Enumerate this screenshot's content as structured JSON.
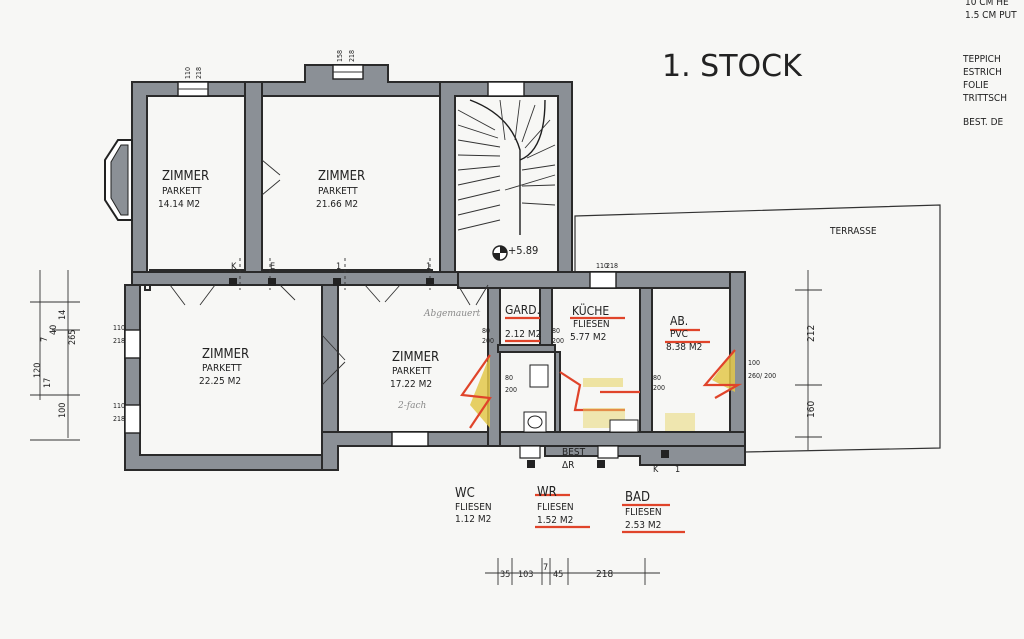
{
  "title": "1. STOCK",
  "notes": [
    "10 CM HE",
    "1.5 CM PUT",
    "TEPPICH",
    "ESTRICH",
    "FOLIE",
    "TRITTSCH",
    "BEST. DE"
  ],
  "terrace_label": "TERRASSE",
  "elevation": "+5.89",
  "rooms": [
    {
      "name": "ZIMMER",
      "floor": "PARKETT",
      "area": "14.14 M2"
    },
    {
      "name": "ZIMMER",
      "floor": "PARKETT",
      "area": "21.66 M2"
    },
    {
      "name": "ZIMMER",
      "floor": "PARKETT",
      "area": "22.25 M2"
    },
    {
      "name": "ZIMMER",
      "floor": "PARKETT",
      "area": "17.22 M2"
    },
    {
      "name": "GARD.",
      "floor": "",
      "area": "2.12 M2"
    },
    {
      "name": "KÜCHE",
      "floor": "FLIESEN",
      "area": "5.77 M2"
    },
    {
      "name": "AB.",
      "floor": "PVC",
      "area": "8.38 M2"
    },
    {
      "name": "WC",
      "floor": "FLIESEN",
      "area": "1.12 M2"
    },
    {
      "name": "WR",
      "floor": "FLIESEN",
      "area": "1.52 M2"
    },
    {
      "name": "BAD",
      "floor": "FLIESEN",
      "area": "2.53 M2"
    }
  ],
  "small_labels": {
    "best": "BEST",
    "ar": "ΔR",
    "k": "K",
    "e": "E",
    "one": "1",
    "kitchen_k": "K",
    "kitchen_1": "1",
    "fenster_1": "110",
    "fenster_2": "218",
    "w158": "158",
    "w218": "218",
    "w110": "110",
    "w80": "80",
    "w200": "200",
    "w100": "100",
    "w260": "260/ 200",
    "w1": "1"
  },
  "dims_left": [
    "14",
    "40",
    "7",
    "265",
    "120",
    "17",
    "100"
  ],
  "dims_right": [
    "212",
    "160"
  ],
  "dims_bottom": [
    "35",
    "103",
    "7",
    "45",
    "218"
  ],
  "handwritten": [
    "Abgemauert",
    "2-fach"
  ]
}
